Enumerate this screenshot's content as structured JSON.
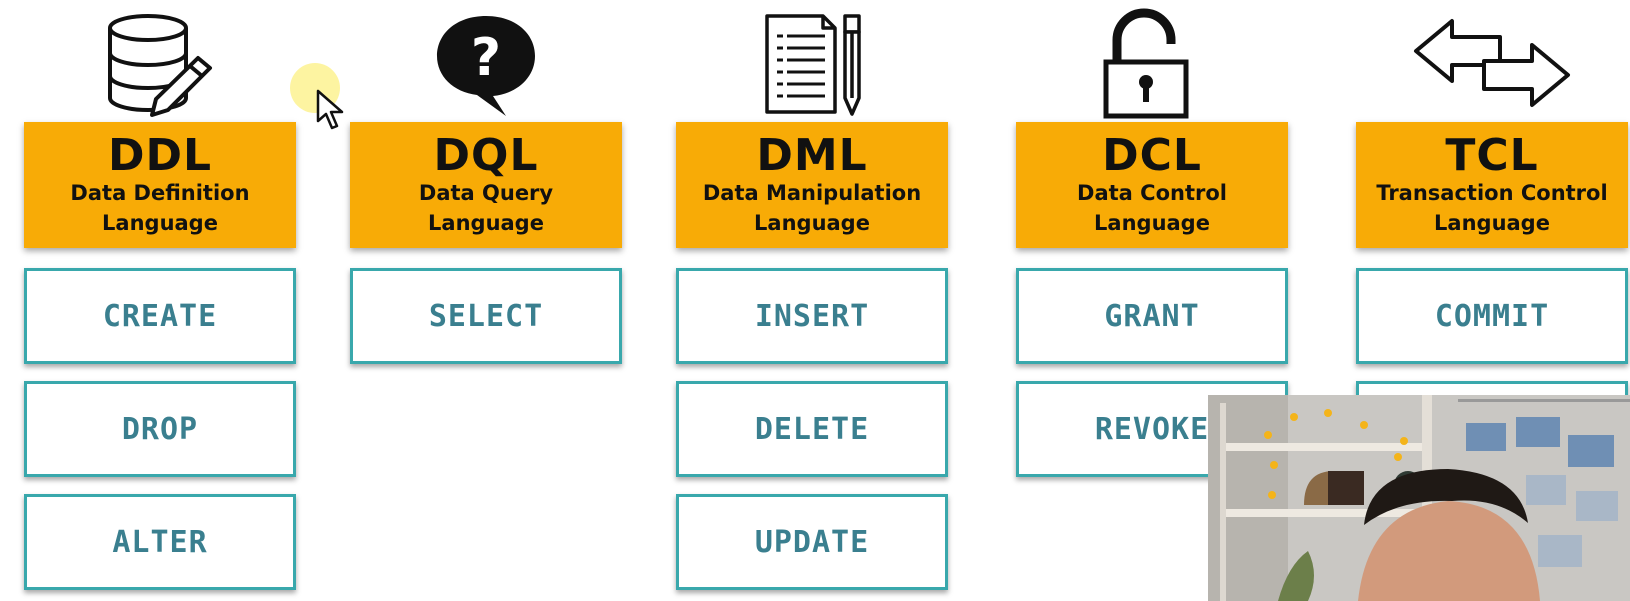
{
  "categories": [
    {
      "abbr": "DDL",
      "name_line1": "Data Definition",
      "name_line2": "Language",
      "icon": "database-pencil-icon",
      "commands": [
        "CREATE",
        "DROP",
        "ALTER"
      ]
    },
    {
      "abbr": "DQL",
      "name_line1": "Data Query",
      "name_line2": "Language",
      "icon": "question-bubble-icon",
      "commands": [
        "SELECT"
      ]
    },
    {
      "abbr": "DML",
      "name_line1": "Data Manipulation",
      "name_line2": "Language",
      "icon": "document-pencil-icon",
      "commands": [
        "INSERT",
        "DELETE",
        "UPDATE"
      ]
    },
    {
      "abbr": "DCL",
      "name_line1": "Data Control",
      "name_line2": "Language",
      "icon": "unlocked-padlock-icon",
      "commands": [
        "GRANT",
        "REVOKE"
      ]
    },
    {
      "abbr": "TCL",
      "name_line1": "Transaction Control",
      "name_line2": "Language",
      "icon": "swap-arrows-icon",
      "commands": [
        "COMMIT"
      ]
    }
  ],
  "colors": {
    "header": "#f8ab06",
    "command_border": "#39a8ac",
    "command_text": "#3a7f8f"
  },
  "overlay": {
    "webcam": "presenter-webcam-feed",
    "cursor": "mouse-pointer-icon"
  }
}
